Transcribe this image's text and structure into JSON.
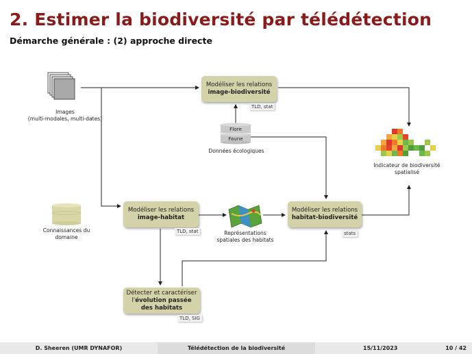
{
  "title": "2. Estimer la biodiversité par télédétection",
  "subtitle": "Démarche générale : (2) approche directe",
  "nodes": {
    "image_bio": {
      "line1": "Modéliser les relations",
      "line2": "image-biodiversité",
      "tag": "TLD, stat"
    },
    "image_habitat": {
      "line1": "Modéliser les relations",
      "line2": "image-habitat",
      "tag": "TLD, stat"
    },
    "habitat_bio": {
      "line1": "Modéliser les relations",
      "line2": "habitat-biodiversité",
      "tag": "stats"
    },
    "evolution": {
      "line1": "Détecter et caractériser",
      "line2a": "l'",
      "line2b": "évolution passée",
      "line3": "des habitats",
      "tag": "TLD, SIG"
    }
  },
  "labels": {
    "images": "Images",
    "images_sub": "(multi-modales, multi-dates)",
    "flore": "Flore",
    "faune": "Faune",
    "donnees": "Données écologiques",
    "connaissances_1": "Connaissances du",
    "connaissances_2": "domaine",
    "representations_1": "Représentations",
    "representations_2": "spatiales des habitats",
    "indicateur_1": "Indicateur de biodiversité",
    "indicateur_2": "spatialisé"
  },
  "footer": {
    "author": "D. Sheeren  (UMR DYNAFOR)",
    "course": "Télédétection de la biodiversité",
    "date": "15/11/2023",
    "page": "10 / 42"
  }
}
